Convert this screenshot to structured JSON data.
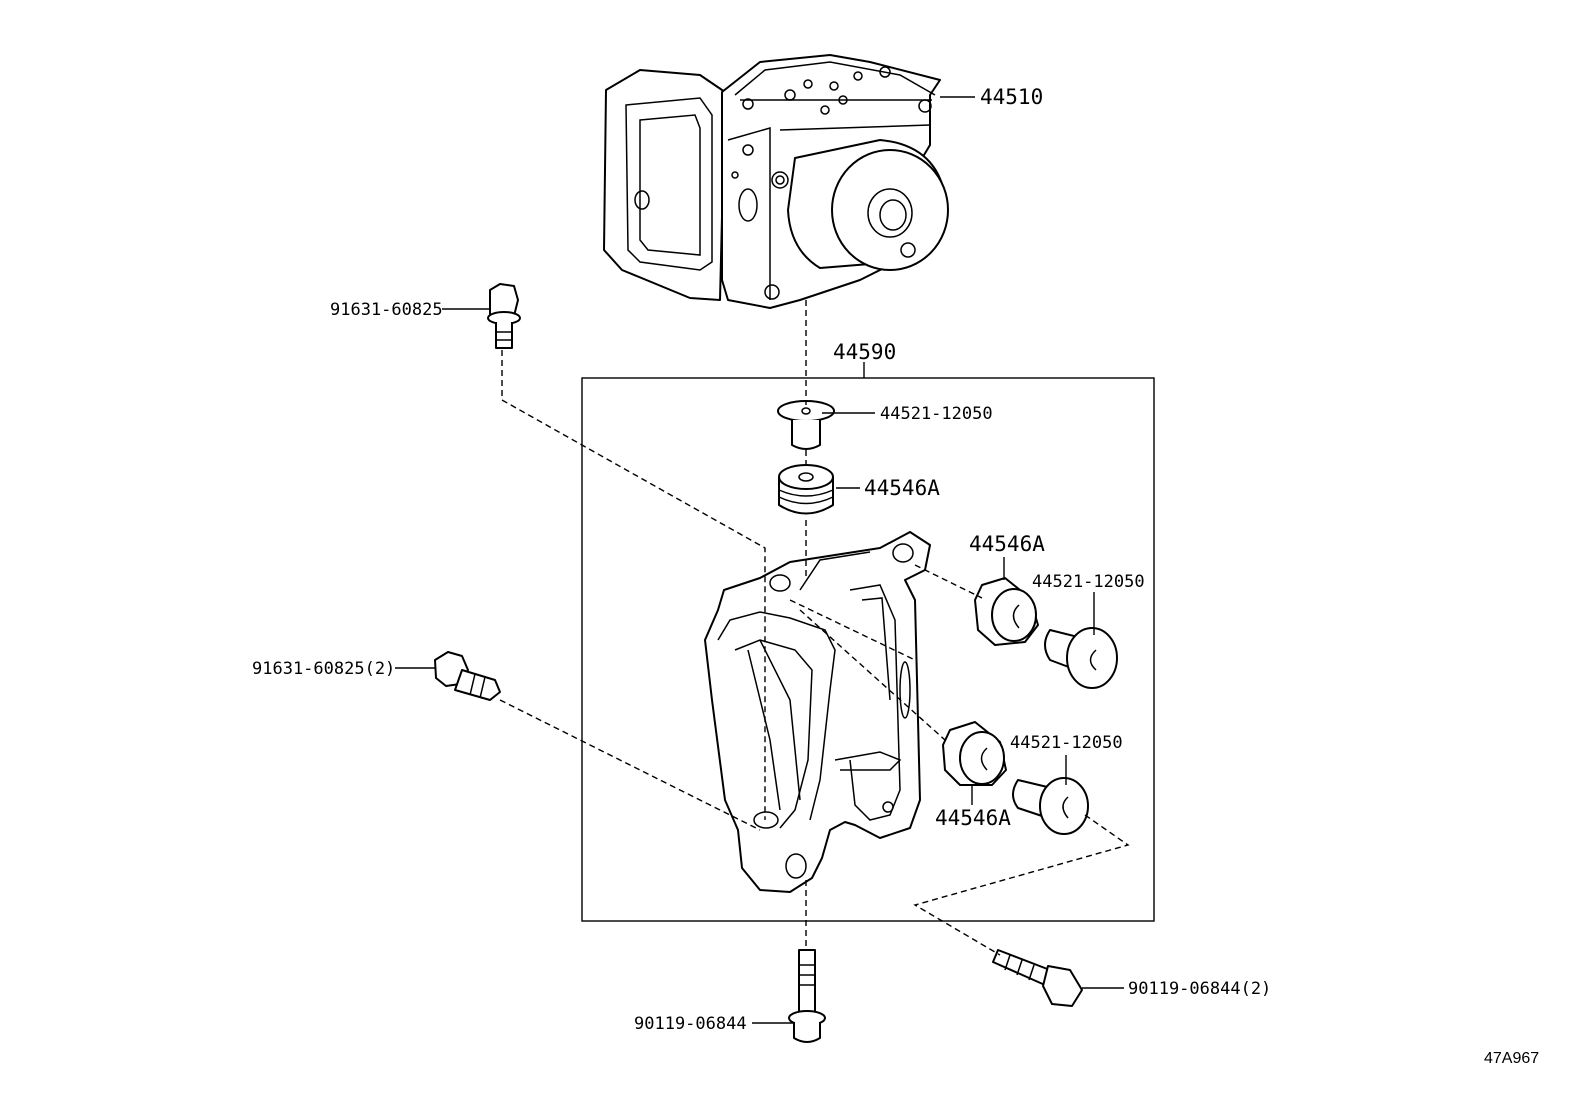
{
  "parts": {
    "actuator_assy": "44510",
    "bracket_assy": "44590",
    "collar_top": "44521-12050",
    "cushion_top": "44546A",
    "cushion_right_upper": "44546A",
    "collar_right_upper": "44521-12050",
    "collar_right_lower": "44521-12050",
    "cushion_right_lower": "44546A",
    "bolt_top_left": "91631-60825",
    "bolt_mid_left": "91631-60825(2)",
    "bolt_bottom": "90119-06844",
    "bolt_bottom_right": "90119-06844(2)"
  },
  "figure_ref": "47A967"
}
